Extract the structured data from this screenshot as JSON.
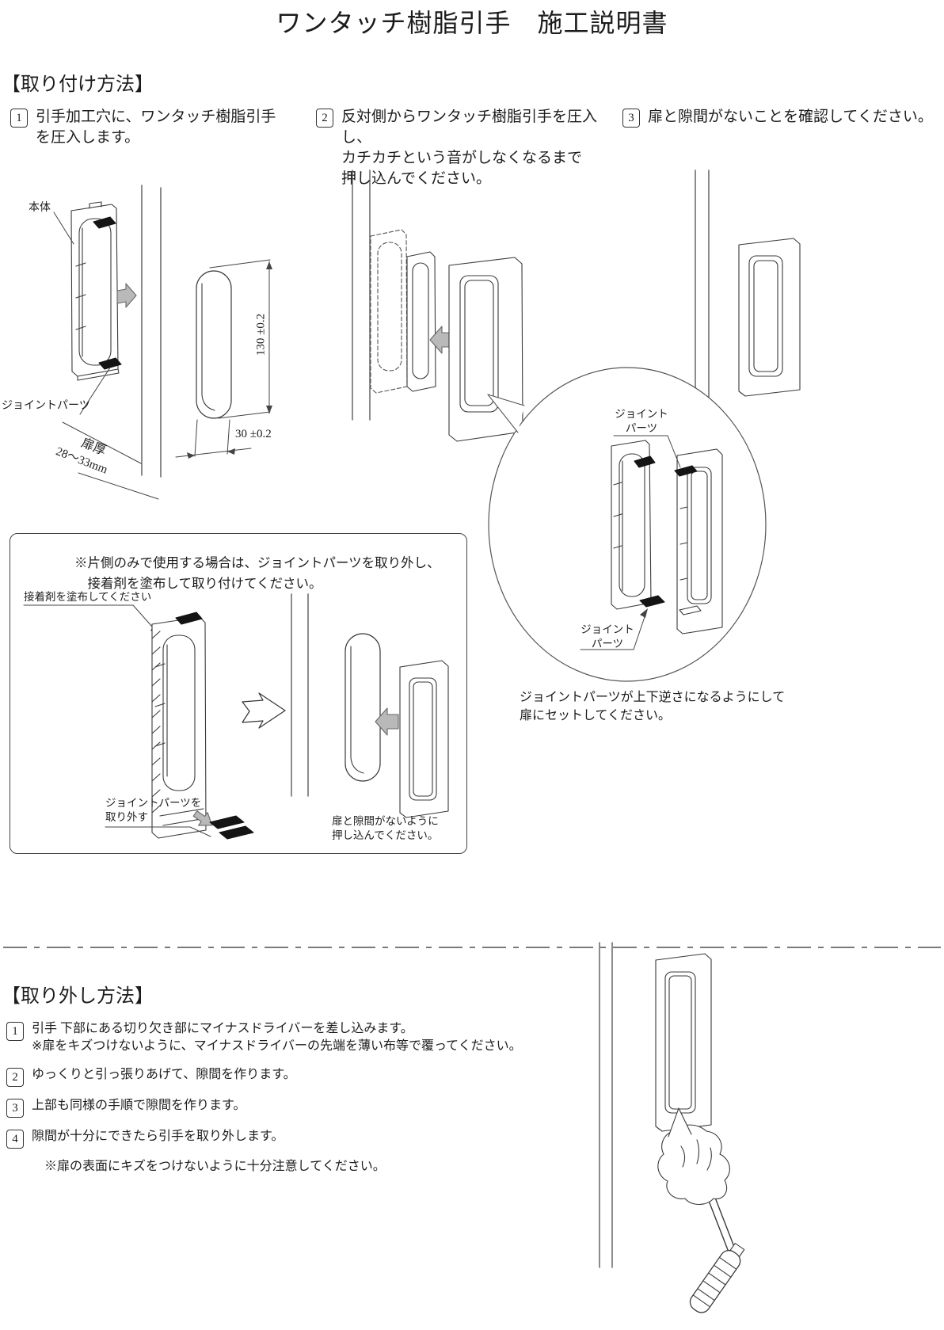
{
  "page": {
    "title": "ワンタッチ樹脂引手　施工説明書"
  },
  "colors": {
    "line": "#3a3a3a",
    "door_line": "#5a5a5a",
    "arrow_fill": "#b9b9b9"
  },
  "install": {
    "heading": "【取り付け方法】",
    "steps": [
      {
        "num": "1",
        "text": "引手加工穴に、ワンタッチ樹脂引手\nを圧入します。"
      },
      {
        "num": "2",
        "text": "反対側からワンタッチ樹脂引手を圧入し、\nカチカチという音がしなくなるまで\n押し込んでください。"
      },
      {
        "num": "3",
        "text": "扉と隙間がないことを確認してください。"
      }
    ]
  },
  "diagram1": {
    "label_body": "本体",
    "label_joint": "ジョイントパーツ",
    "door_thickness_label": "扉厚",
    "door_thickness_value": "28〜33mm",
    "dim_height": "130 ±0.2",
    "dim_width": "30 ±0.2"
  },
  "callout": {
    "label_joint_top": "ジョイント\nパーツ",
    "label_joint_bottom": "ジョイント\nパーツ",
    "caption": "ジョイントパーツが上下逆さになるようにして\n扉にセットしてください。"
  },
  "notebox": {
    "note": "※片側のみで使用する場合は、ジョイントパーツを取り外し、\n　接着剤を塗布して取り付けてください。",
    "label_adhesive": "接着剤を塗布してください",
    "label_remove_joint": "ジョイントパーツを\n取り外す",
    "label_push": "扉と隙間がないように\n押し込んでください。"
  },
  "removal": {
    "heading": "【取り外し方法】",
    "steps": [
      {
        "num": "1",
        "text": "引手 下部にある切り欠き部にマイナスドライバーを差し込みます。\n※扉をキズつけないように、マイナスドライバーの先端を薄い布等で覆ってください。"
      },
      {
        "num": "2",
        "text": "ゆっくりと引っ張りあげて、隙間を作ります。"
      },
      {
        "num": "3",
        "text": "上部も同様の手順で隙間を作ります。"
      },
      {
        "num": "4",
        "text": "隙間が十分にできたら引手を取り外します。"
      }
    ],
    "caution": "※扉の表面にキズをつけないように十分注意してください。"
  }
}
